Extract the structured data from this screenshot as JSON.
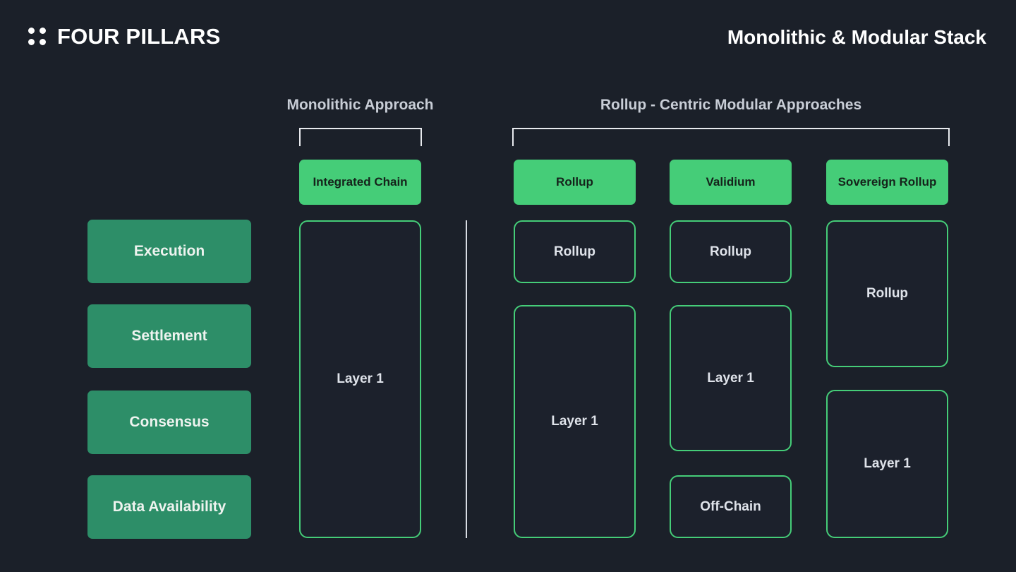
{
  "header": {
    "brand": "FOUR PILLARS",
    "logo_icon": "four-dots-grid-icon",
    "title": "Monolithic & Modular Stack"
  },
  "sections": {
    "monolithic_heading": "Monolithic Approach",
    "modular_heading": "Rollup - Centric Modular Approaches"
  },
  "pillars": [
    {
      "label": "Execution"
    },
    {
      "label": "Settlement"
    },
    {
      "label": "Consensus"
    },
    {
      "label": "Data Availability"
    }
  ],
  "monolithic": {
    "chip": "Integrated Chain",
    "layer": "Layer 1"
  },
  "modular": {
    "rollup": {
      "chip": "Rollup",
      "box1": "Rollup",
      "box2": "Layer 1"
    },
    "validium": {
      "chip": "Validium",
      "box1": "Rollup",
      "box2": "Layer 1",
      "box3": "Off-Chain"
    },
    "sovereign": {
      "chip": "Sovereign Rollup",
      "box1": "Rollup",
      "box2": "Layer 1"
    }
  },
  "colors": {
    "background": "#1b2029",
    "accent_green": "#45cd78",
    "pillar_green": "#2d8e68",
    "box_fill": "#1c212c",
    "text_light": "#dfe3ea",
    "heading_gray": "#c8cdd6",
    "rule": "#e8eaee"
  }
}
